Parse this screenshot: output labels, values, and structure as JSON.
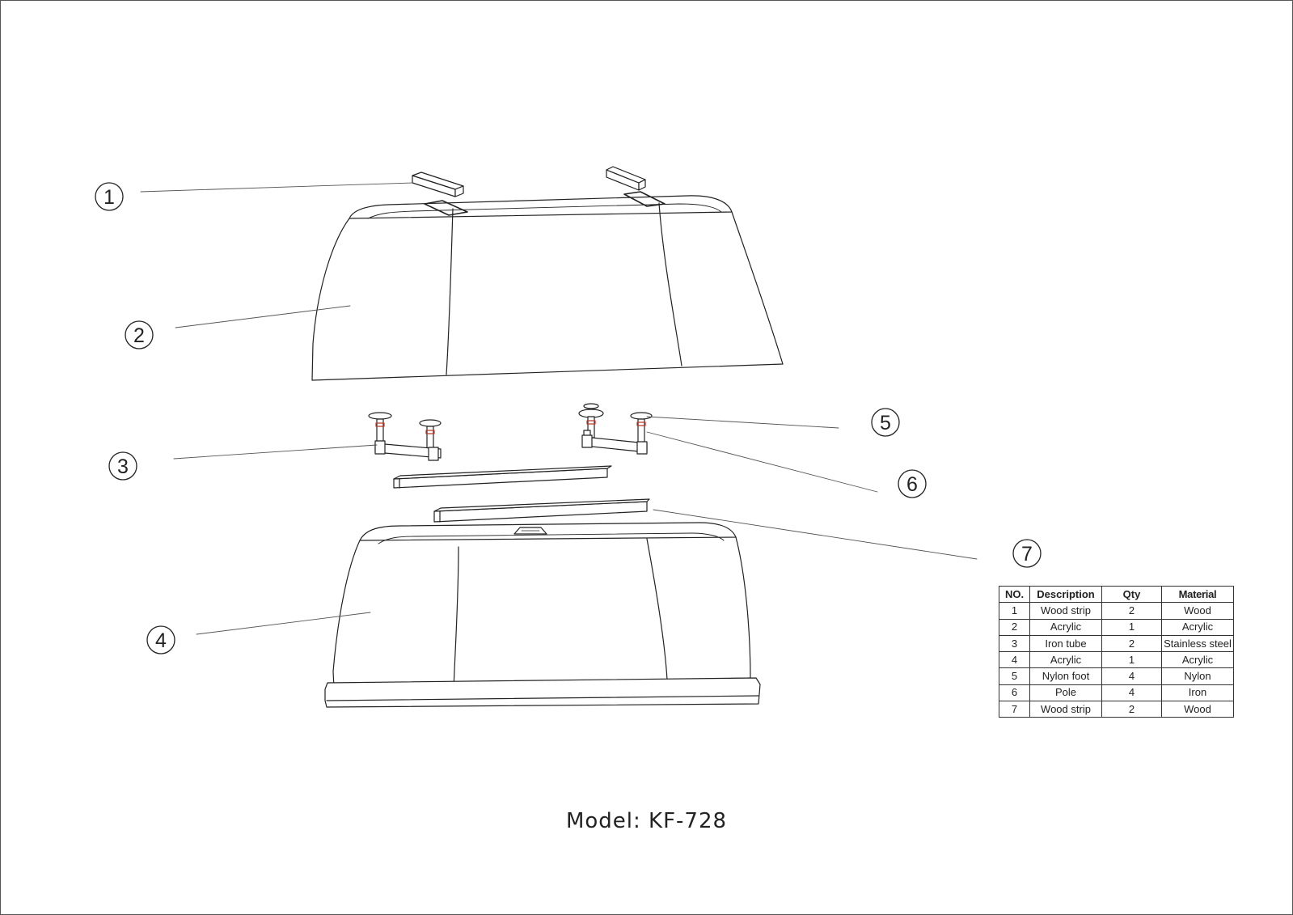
{
  "callouts": [
    {
      "num": "1"
    },
    {
      "num": "2"
    },
    {
      "num": "3"
    },
    {
      "num": "4"
    },
    {
      "num": "5"
    },
    {
      "num": "6"
    },
    {
      "num": "7"
    }
  ],
  "parts_table": {
    "headers": [
      "NO.",
      "Description",
      "Qty",
      "Material"
    ],
    "rows": [
      {
        "no": "1",
        "desc": "Wood strip",
        "qty": "2",
        "mat": "Wood"
      },
      {
        "no": "2",
        "desc": "Acrylic",
        "qty": "1",
        "mat": "Acrylic"
      },
      {
        "no": "3",
        "desc": "Iron tube",
        "qty": "2",
        "mat": "Stainless steel"
      },
      {
        "no": "4",
        "desc": "Acrylic",
        "qty": "1",
        "mat": "Acrylic"
      },
      {
        "no": "5",
        "desc": "Nylon foot",
        "qty": "4",
        "mat": "Nylon"
      },
      {
        "no": "6",
        "desc": "Pole",
        "qty": "4",
        "mat": "Iron"
      },
      {
        "no": "7",
        "desc": "Wood strip",
        "qty": "2",
        "mat": "Wood"
      }
    ]
  },
  "caption": "Model: KF-728",
  "colors": {
    "line": "#222222",
    "leader": "#555555",
    "accent_ring": "#c0392b"
  }
}
